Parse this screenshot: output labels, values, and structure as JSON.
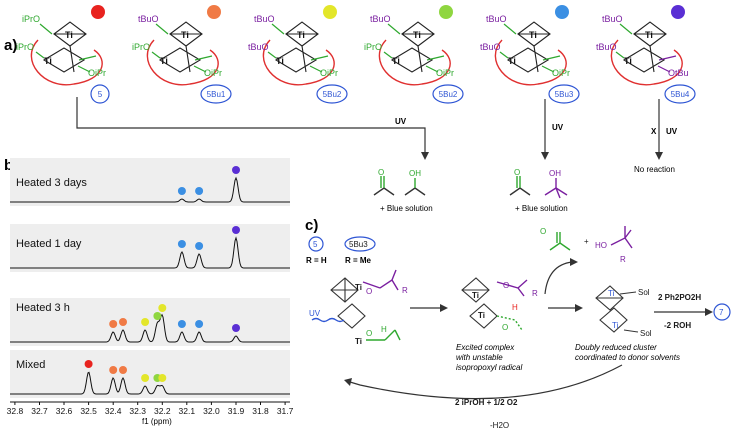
{
  "panel_labels": {
    "a": "a)",
    "b": "b)",
    "c": "c)"
  },
  "structures": [
    {
      "top_left": "iPrO",
      "left": "iPrO",
      "right_low": "OiPr",
      "label": "5",
      "dot_color": "#e8231f"
    },
    {
      "top_left": "tBuO",
      "left": "iPrO",
      "right_low": "OiPr",
      "label": "5Bu1",
      "dot_color": "#f07a45"
    },
    {
      "top_left": "tBuO",
      "left": "tBuO",
      "right_low": "OiPr",
      "label": "5Bu2",
      "dot_color": "#e3e62a"
    },
    {
      "top_left": "tBuO",
      "left": "iPrO",
      "right_low": "OiPr",
      "label": "5Bu2",
      "dot_color": "#8fd640"
    },
    {
      "top_left": "tBuO",
      "left": "tBuO",
      "right_low": "OiPr",
      "label": "5Bu3",
      "dot_color": "#3b8fe3"
    },
    {
      "top_left": "tBuO",
      "left": "tBuO",
      "right_low": "OtBu",
      "label": "5Bu4",
      "dot_color": "#5a2fd4"
    }
  ],
  "arrows_a": {
    "uv1": "UV",
    "uv2": "UV",
    "uv3": "UV",
    "x_mark": "X",
    "no_reaction": "No reaction",
    "blue1": "+ Blue solution",
    "blue2": "+ Blue solution"
  },
  "spectra": {
    "traces": [
      {
        "label": "Heated 3 days"
      },
      {
        "label": "Heated 1 day"
      },
      {
        "label": "Heated 3 h"
      },
      {
        "label": "Mixed"
      }
    ],
    "ticks": [
      "32.8",
      "32.7",
      "32.6",
      "32.5",
      "32.4",
      "32.3",
      "32.2",
      "32.1",
      "32.0",
      "31.9",
      "31.8",
      "31.7"
    ],
    "xlabel": "f1 (ppm)"
  },
  "scheme_c": {
    "r_h": "R = H",
    "r_me": "R = Me",
    "label5": "5",
    "label5bu3": "5Bu3",
    "uv": "UV",
    "excited_caption": [
      "Excited complex",
      "with unstable",
      "isopropoxyl radical"
    ],
    "reduced_caption": [
      "Doubly reduced cluster",
      "coordinated to donor solvents"
    ],
    "reagent1": "2 Ph2PO2H",
    "reagent2": "-2 ROH",
    "product": "7",
    "bottom1": "2 iPrOH + 1/2 O2",
    "bottom2": "-H2O",
    "plus": "+",
    "ho": "HO",
    "r": "R",
    "sol": "Sol",
    "h": "H",
    "o": "O",
    "ti": "Ti"
  }
}
